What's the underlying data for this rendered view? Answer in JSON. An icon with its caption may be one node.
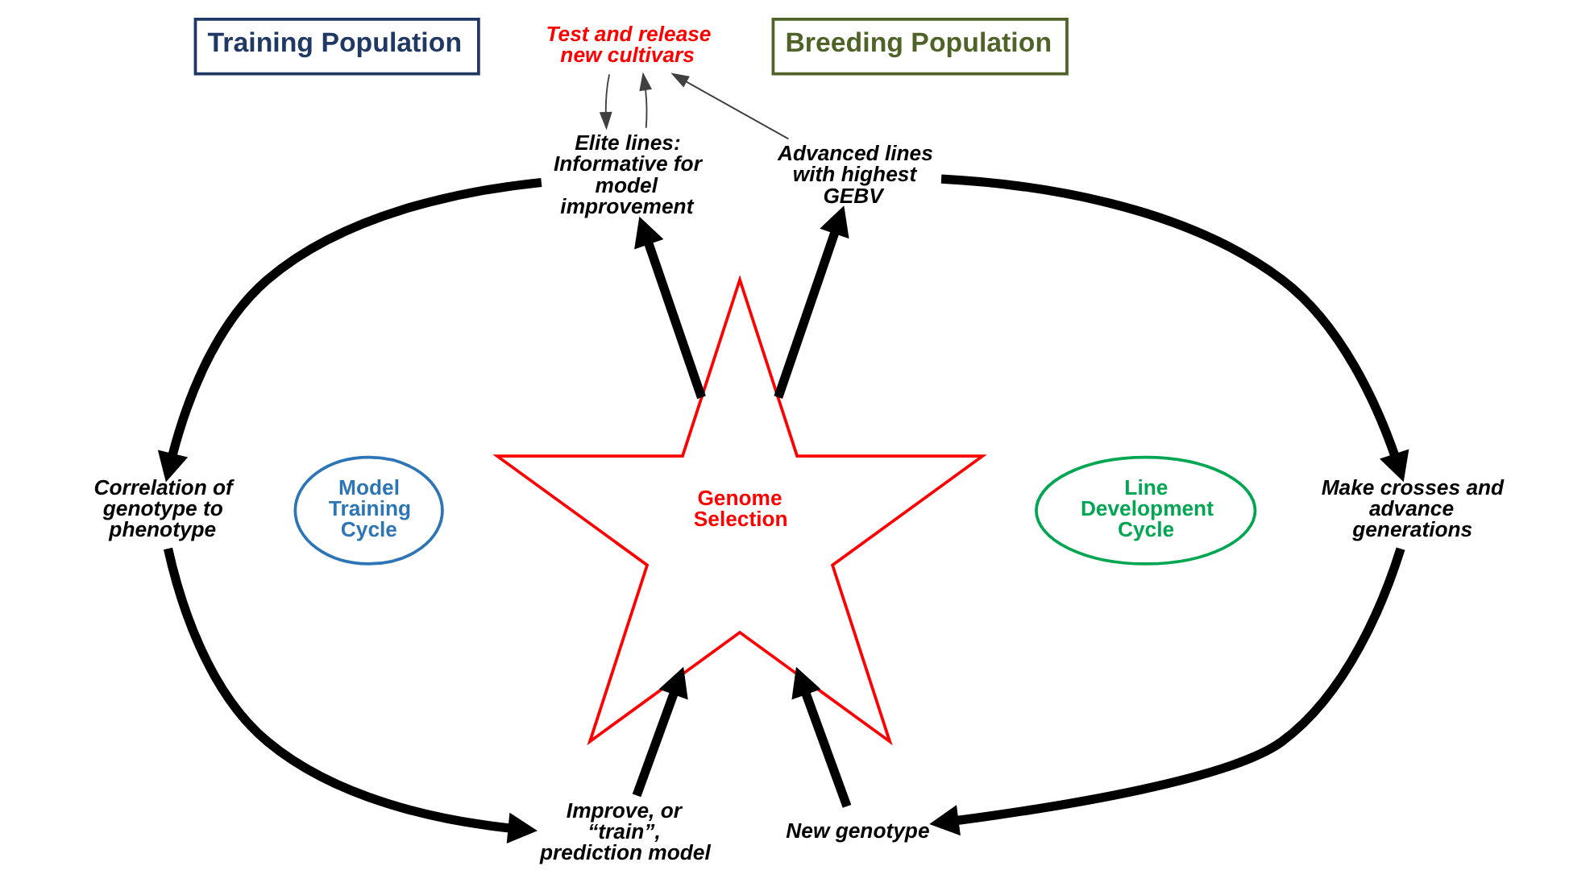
{
  "diagram": {
    "nodes": [
      {
        "text": [
          "Training Population"
        ]
      },
      {
        "text": [
          "Breeding Population"
        ]
      },
      {
        "text": [
          "Test and release new cultivars"
        ]
      },
      {
        "text": [
          "Elite lines: Informative for model improvement"
        ]
      },
      {
        "text": [
          "Advanced lines with highest GEBV"
        ]
      },
      {
        "text": [
          "Correlation of genotype to phenotype"
        ]
      },
      {
        "text": [
          "Model Training Cycle"
        ]
      },
      {
        "text": [
          "Genome Selection"
        ]
      },
      {
        "text": [
          "Line Development Cycle"
        ]
      },
      {
        "text": [
          "Make crosses and advance generations"
        ]
      },
      {
        "text": [
          "Improve, or “train”, prediction model"
        ]
      },
      {
        "text": [
          "New genotype"
        ]
      }
    ],
    "edges": [
      {
        "from": 7,
        "to": 3,
        "arrow": "to"
      },
      {
        "from": 7,
        "to": 4,
        "arrow": "to"
      },
      {
        "from": 3,
        "to": 5,
        "arrow": "to"
      },
      {
        "from": 4,
        "to": 9,
        "arrow": "to"
      },
      {
        "from": 5,
        "to": 10,
        "arrow": "to"
      },
      {
        "from": 10,
        "to": 7,
        "arrow": "to"
      },
      {
        "from": 9,
        "to": 11,
        "arrow": "to"
      },
      {
        "from": 11,
        "to": 7,
        "arrow": "to"
      },
      {
        "from": 4,
        "to": 2,
        "arrow": "to",
        "color": "#404040"
      },
      {
        "from": 2,
        "to": 3,
        "arrow": "to",
        "color": "#404040"
      },
      {
        "from": 3,
        "to": 2,
        "arrow": "to",
        "color": "#404040"
      }
    ]
  }
}
